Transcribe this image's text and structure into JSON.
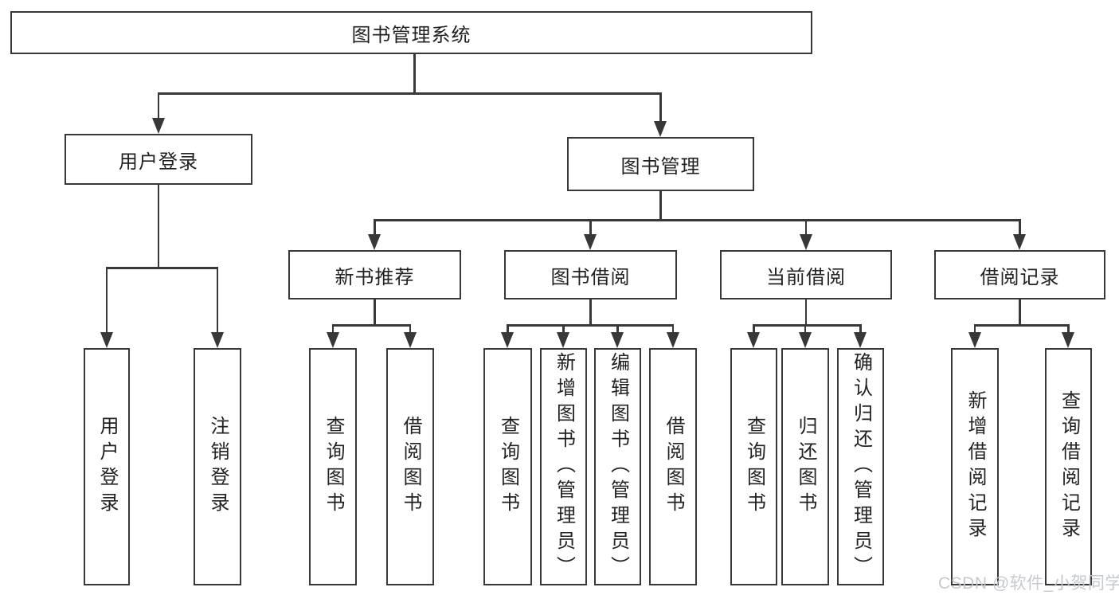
{
  "diagram": {
    "type": "hierarchy-diagram",
    "tree": {
      "root": "图书管理系统",
      "children": [
        {
          "label": "用户登录",
          "children": [
            "用户登录",
            "注销登录"
          ]
        },
        {
          "label": "图书管理",
          "children": [
            {
              "label": "新书推荐",
              "children": [
                "查询图书",
                "借阅图书"
              ]
            },
            {
              "label": "图书借阅",
              "children": [
                "查询图书",
                "新增图书（管理员）",
                "编辑图书（管理员）",
                "借阅图书"
              ]
            },
            {
              "label": "当前借阅",
              "children": [
                "查询图书",
                "归还图书",
                "确认归还（管理员）"
              ]
            },
            {
              "label": "借阅记录",
              "children": [
                "新增借阅记录",
                "查询借阅记录"
              ]
            }
          ]
        }
      ]
    },
    "watermark": "CSDN @软件_小贺同学",
    "colors": {
      "line": "#383838",
      "box_border": "#383838",
      "text": "#222222",
      "watermark": "#c3c7cb",
      "background": "#ffffff"
    }
  }
}
